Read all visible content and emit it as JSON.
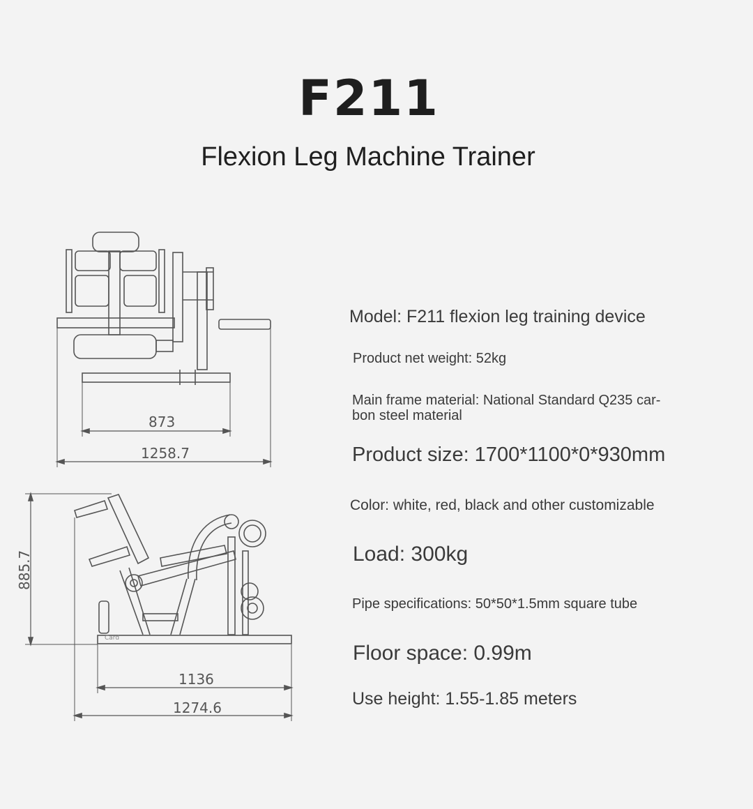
{
  "header": {
    "title": "F211",
    "subtitle": "Flexion Leg Machine Trainer"
  },
  "specs": {
    "model": "Model: F211 flexion leg training device",
    "net_weight": "Product net weight: 52kg",
    "frame_material": "Main frame material: National Standard Q235 car-bon steel material",
    "size": "Product size: 1700*1100*0*930mm",
    "color": "Color: white, red, black and other customizable",
    "load": "Load: 300kg",
    "pipe": "Pipe specifications: 50*50*1.5mm square tube",
    "floor_space": "Floor space: 0.99m",
    "use_height": "Use height: 1.55-1.85 meters"
  },
  "drawings": {
    "top_view": {
      "dim_inner": "873",
      "dim_outer": "1258.7"
    },
    "side_view": {
      "dim_height": "885.7",
      "dim_inner": "1136",
      "dim_outer": "1274.6",
      "small_label": "Card"
    }
  }
}
